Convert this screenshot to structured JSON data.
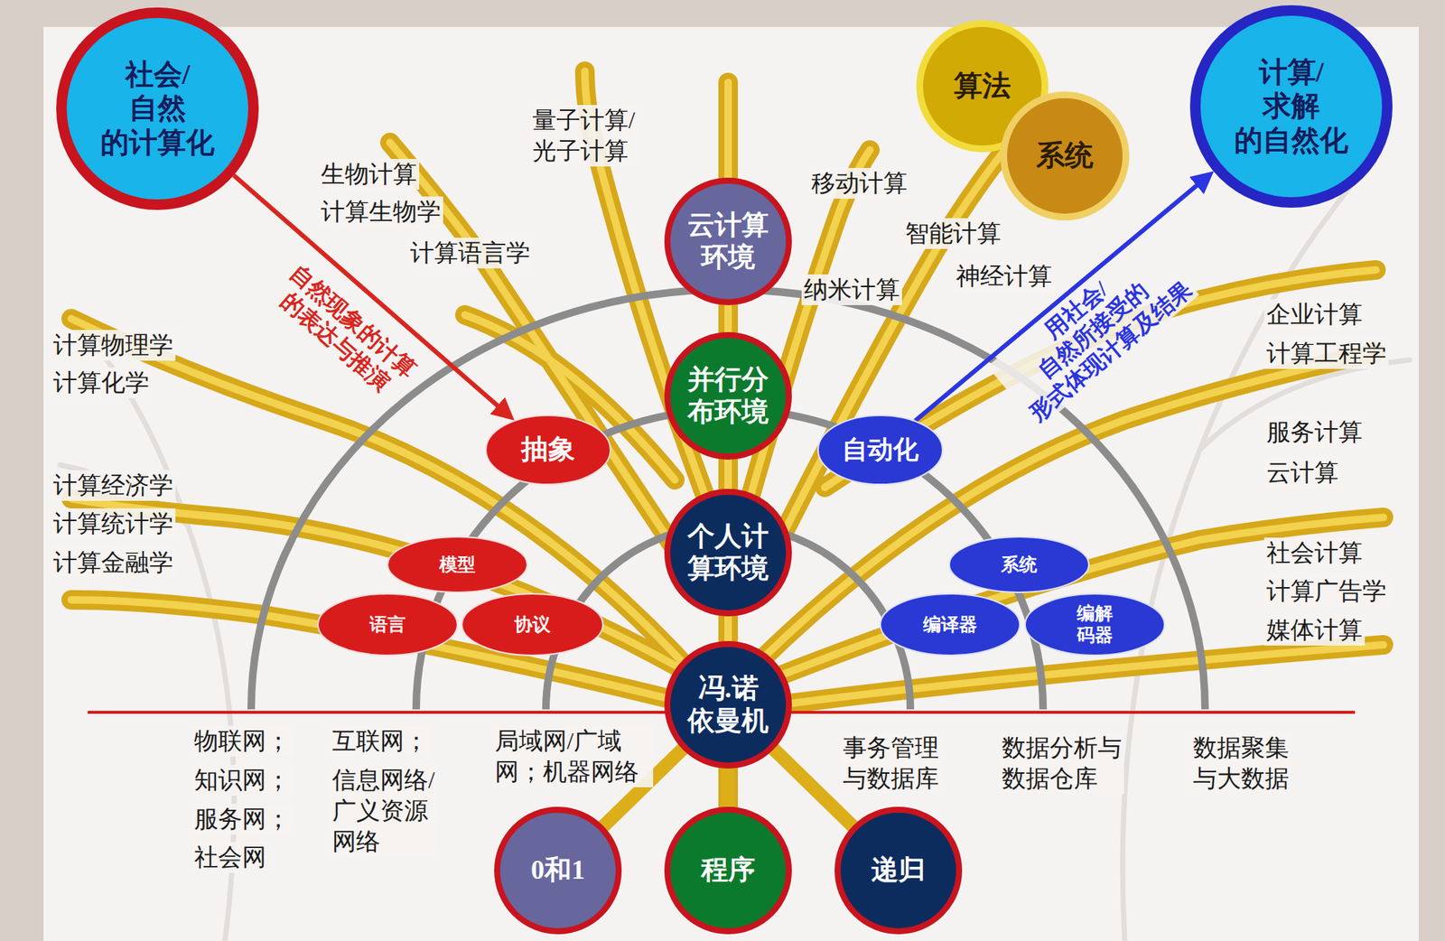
{
  "diagram": {
    "nodes": [
      {
        "text": [
          "社会/自然 的计算化"
        ]
      },
      {
        "text": [
          "计算/求解 的自然化"
        ]
      },
      {
        "text": [
          "算法"
        ]
      },
      {
        "text": [
          "系统"
        ]
      },
      {
        "text": [
          "云计算 环境"
        ]
      },
      {
        "text": [
          "并行分 布环境"
        ]
      },
      {
        "text": [
          "个人计 算环境"
        ]
      },
      {
        "text": [
          "冯.诺 依曼机"
        ]
      },
      {
        "text": [
          "0和1"
        ]
      },
      {
        "text": [
          "程序"
        ]
      },
      {
        "text": [
          "递归"
        ]
      },
      {
        "text": [
          "抽象"
        ]
      },
      {
        "text": [
          "模型"
        ]
      },
      {
        "text": [
          "语言"
        ]
      },
      {
        "text": [
          "协议"
        ]
      },
      {
        "text": [
          "自动化"
        ]
      },
      {
        "text": [
          "系统"
        ]
      },
      {
        "text": [
          "编译器"
        ]
      },
      {
        "text": [
          "编解 码器"
        ]
      }
    ],
    "edges": [
      {
        "from": 0,
        "to": 11,
        "arrow": "to",
        "label": "自然现象的计算 的表达与推演"
      },
      {
        "from": 15,
        "to": 1,
        "arrow": "to",
        "label": "用社会/自然所接受的 形式体现计算及结果"
      },
      {
        "from": 7,
        "to": 8,
        "arrow": "none"
      },
      {
        "from": 7,
        "to": 9,
        "arrow": "none"
      },
      {
        "from": 7,
        "to": 10,
        "arrow": "none"
      }
    ],
    "labels": [
      "量子计算/ 光子计算",
      "生物计算",
      "计算生物学",
      "计算语言学",
      "计算物理学",
      "计算化学",
      "计算经济学",
      "计算统计学",
      "计算金融学",
      "移动计算",
      "智能计算",
      "纳米计算",
      "神经计算",
      "企业计算",
      "计算工程学",
      "服务计算",
      "云计算",
      "社会计算",
      "计算广告学",
      "媒体计算",
      "物联网；",
      "知识网；",
      "服务网；",
      "社会网",
      "互联网；",
      "信息网络/ 广义资源 网络",
      "局域网/广域网；机器网络",
      "事务管理 与数据库",
      "数据分析与 数据仓库",
      "数据聚集 与大数据"
    ]
  }
}
